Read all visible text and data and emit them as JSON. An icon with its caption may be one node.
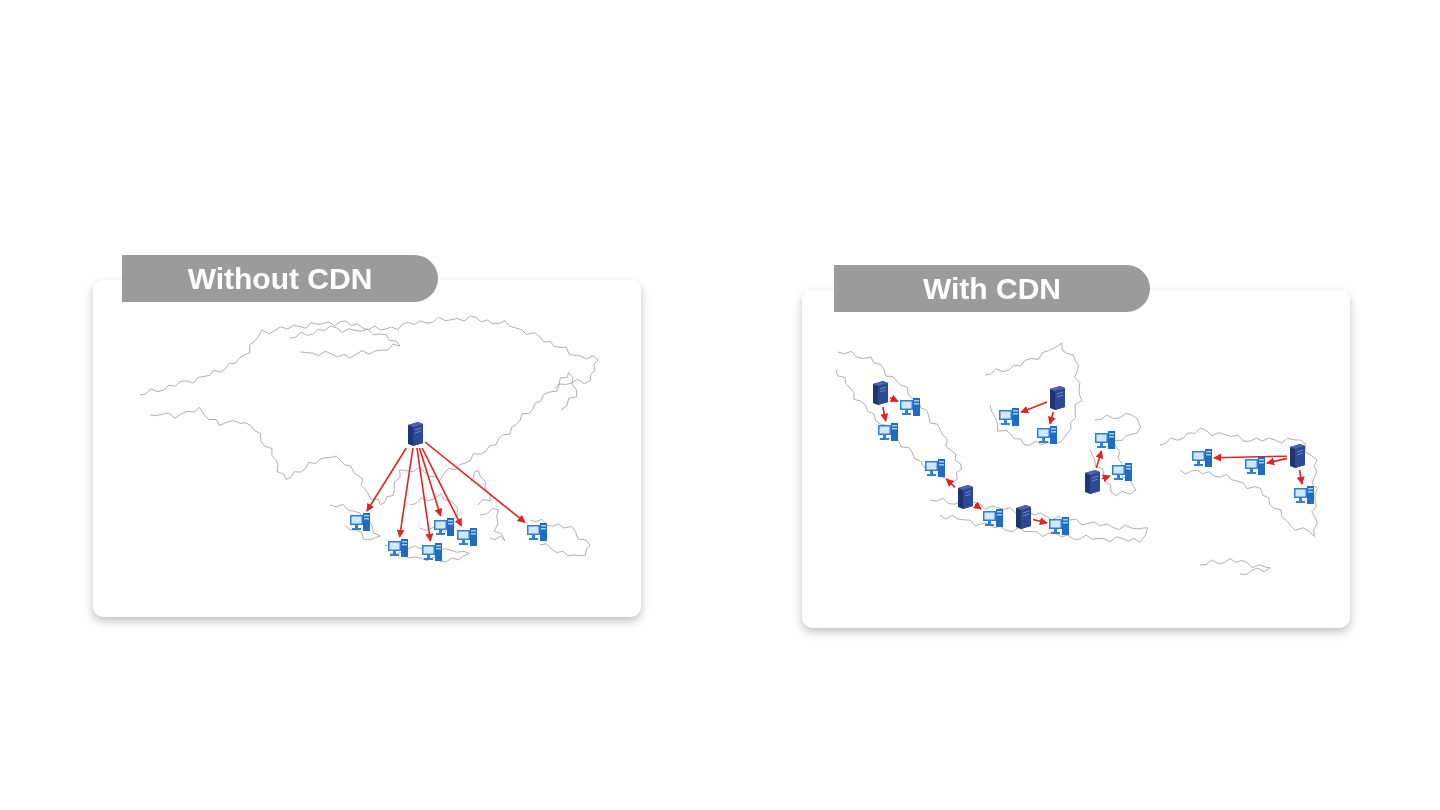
{
  "diagram": {
    "nodes": [
      {
        "text": [
          "Without CDN"
        ]
      },
      {
        "text": [],
        "shape": "server",
        "in": 0
      },
      {
        "text": [],
        "shape": "computer",
        "in": 0
      },
      {
        "text": [],
        "shape": "computer",
        "in": 0
      },
      {
        "text": [],
        "shape": "computer",
        "in": 0
      },
      {
        "text": [],
        "shape": "computer",
        "in": 0
      },
      {
        "text": [],
        "shape": "computer",
        "in": 0
      },
      {
        "text": [],
        "shape": "computer",
        "in": 0
      },
      {
        "text": [
          "With CDN"
        ]
      },
      {
        "text": [],
        "shape": "server",
        "in": 8
      },
      {
        "text": [],
        "shape": "computer",
        "in": 8
      },
      {
        "text": [],
        "shape": "computer",
        "in": 8
      },
      {
        "text": [],
        "shape": "server",
        "in": 8
      },
      {
        "text": [],
        "shape": "computer",
        "in": 8
      },
      {
        "text": [],
        "shape": "computer",
        "in": 8
      },
      {
        "text": [],
        "shape": "server",
        "in": 8
      },
      {
        "text": [],
        "shape": "computer",
        "in": 8
      },
      {
        "text": [],
        "shape": "computer",
        "in": 8
      },
      {
        "text": [],
        "shape": "server",
        "in": 8
      },
      {
        "text": [],
        "shape": "computer",
        "in": 8
      },
      {
        "text": [],
        "shape": "server",
        "in": 8
      },
      {
        "text": [],
        "shape": "computer",
        "in": 8
      },
      {
        "text": [],
        "shape": "computer",
        "in": 8
      },
      {
        "text": [],
        "shape": "server",
        "in": 8
      },
      {
        "text": [],
        "shape": "computer",
        "in": 8
      },
      {
        "text": [],
        "shape": "computer",
        "in": 8
      },
      {
        "text": [],
        "shape": "computer",
        "in": 8
      }
    ],
    "edges": [
      {
        "from": 1,
        "to": 2,
        "arrow": "to"
      },
      {
        "from": 1,
        "to": 3,
        "arrow": "to"
      },
      {
        "from": 1,
        "to": 4,
        "arrow": "to"
      },
      {
        "from": 1,
        "to": 5,
        "arrow": "to"
      },
      {
        "from": 1,
        "to": 6,
        "arrow": "to"
      },
      {
        "from": 1,
        "to": 7,
        "arrow": "to"
      },
      {
        "from": 9,
        "to": 10,
        "arrow": "to"
      },
      {
        "from": 9,
        "to": 11,
        "arrow": "to"
      },
      {
        "from": 12,
        "to": 13,
        "arrow": "to"
      },
      {
        "from": 12,
        "to": 14,
        "arrow": "to"
      },
      {
        "from": 15,
        "to": 16,
        "arrow": "to"
      },
      {
        "from": 15,
        "to": 17,
        "arrow": "to"
      },
      {
        "from": 18,
        "to": 19,
        "arrow": "to"
      },
      {
        "from": 20,
        "to": 21,
        "arrow": "to"
      },
      {
        "from": 20,
        "to": 22,
        "arrow": "to"
      },
      {
        "from": 23,
        "to": 24,
        "arrow": "to"
      },
      {
        "from": 23,
        "to": 25,
        "arrow": "to"
      },
      {
        "from": 23,
        "to": 26,
        "arrow": "to"
      }
    ]
  }
}
